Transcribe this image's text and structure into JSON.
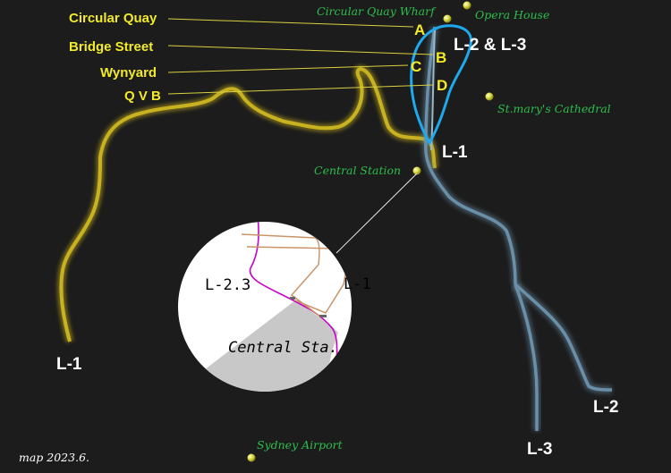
{
  "colors": {
    "background": "#1c1c1c",
    "route_l1": "#c9b21f",
    "route_l2_l3": "#6a8fa8",
    "loop_outline": "#1ea9ef",
    "station_label": "#f2ea2a",
    "landmark_label": "#2dbd4c",
    "inset_l23": "#cc00cc",
    "inset_l1": "#c89468",
    "inset_station_area": "#c8c8c8"
  },
  "stations": [
    {
      "letter": "A",
      "name": "Circular Quay"
    },
    {
      "letter": "B",
      "name": "Bridge Street"
    },
    {
      "letter": "C",
      "name": "Wynyard"
    },
    {
      "letter": "D",
      "name": "Q V B"
    }
  ],
  "landmarks": {
    "circular_quay_wharf": "Circular Quay Wharf",
    "opera_house": "Opera House",
    "st_marys": "St.mary's Cathedral",
    "central_station": "Central Station",
    "sydney_airport": "Sydney Airport"
  },
  "lines": {
    "l2_l3": "L-2 & L-3",
    "l1_center": "L-1",
    "l1_west": "L-1",
    "l2_end": "L-2",
    "l3_end": "L-3"
  },
  "inset": {
    "l23_label": "L-2.3",
    "l1_label": "L-1",
    "station_label": "Central Sta."
  },
  "footer": {
    "note": "map  2023.6."
  }
}
